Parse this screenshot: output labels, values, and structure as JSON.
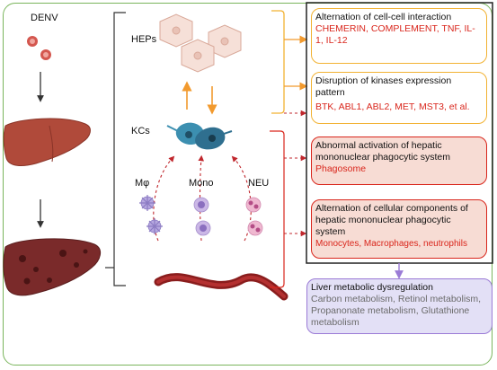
{
  "labels": {
    "denv": "DENV",
    "heps": "HEPs",
    "kcs": "KCs",
    "mphi": "Mφ",
    "mono": "Mono",
    "neu": "NEU"
  },
  "boxes": [
    {
      "title": "Alternation of  cell-cell interaction",
      "detail": "CHEMERIN, COMPLEMENT, TNF, IL-1, IL-12"
    },
    {
      "title": "Disruption of kinases expression pattern",
      "detail": "BTK, ABL1, ABL2, MET, MST3, et al."
    },
    {
      "title": "Abnormal activation of hepatic mononuclear phagocytic system",
      "detail": "Phagosome"
    },
    {
      "title": "Alternation of cellular components of hepatic mononuclear phagocytic system",
      "detail": "Monocytes, Macrophages, neutrophils"
    },
    {
      "title": "Liver metabolic dysregulation",
      "detail": "Carbon metabolism, Retinol metabolism, Propanonate metabolism, Glutathione metabolism"
    }
  ],
  "colors": {
    "frame": "#7ab55c",
    "red_text": "#d9261c",
    "liver_healthy": "#b04a3a",
    "liver_diseased": "#7a2a2a",
    "box_yellow_border": "#f2b233",
    "box_red_border": "#d9261c",
    "box_pink_fill": "#f7dcd4",
    "box_purple_border": "#9b7bd6",
    "box_purple_fill": "#e3e0f6",
    "arrow_orange": "#f29a2e"
  }
}
